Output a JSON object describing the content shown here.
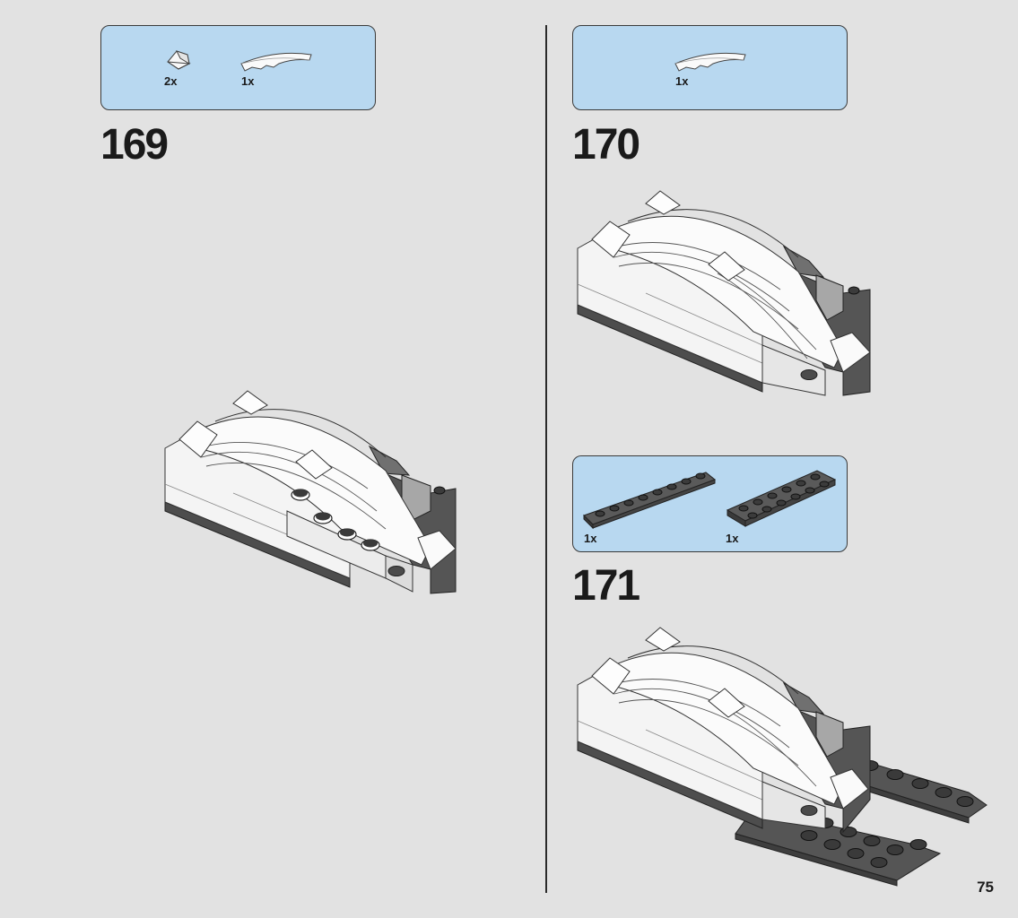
{
  "steps": [
    {
      "number": "169",
      "parts": [
        {
          "qty": "2x",
          "icon": "white-slope-tile-icon"
        },
        {
          "qty": "1x",
          "icon": "white-curved-wedge-icon"
        }
      ]
    },
    {
      "number": "170",
      "parts": [
        {
          "qty": "1x",
          "icon": "white-curved-wedge-icon"
        }
      ]
    },
    {
      "number": "171",
      "parts": [
        {
          "qty": "1x",
          "icon": "dark-grey-plate-1x8-icon"
        },
        {
          "qty": "1x",
          "icon": "dark-grey-plate-2x6-icon"
        }
      ]
    }
  ],
  "page_number": "75",
  "colors": {
    "background": "#e2e2e2",
    "parts_box": "#b8d8f0",
    "white_brick": "#f7f7f7",
    "dark_grey_brick": "#4a4a4a",
    "light_grey_brick": "#9b9b9b"
  }
}
